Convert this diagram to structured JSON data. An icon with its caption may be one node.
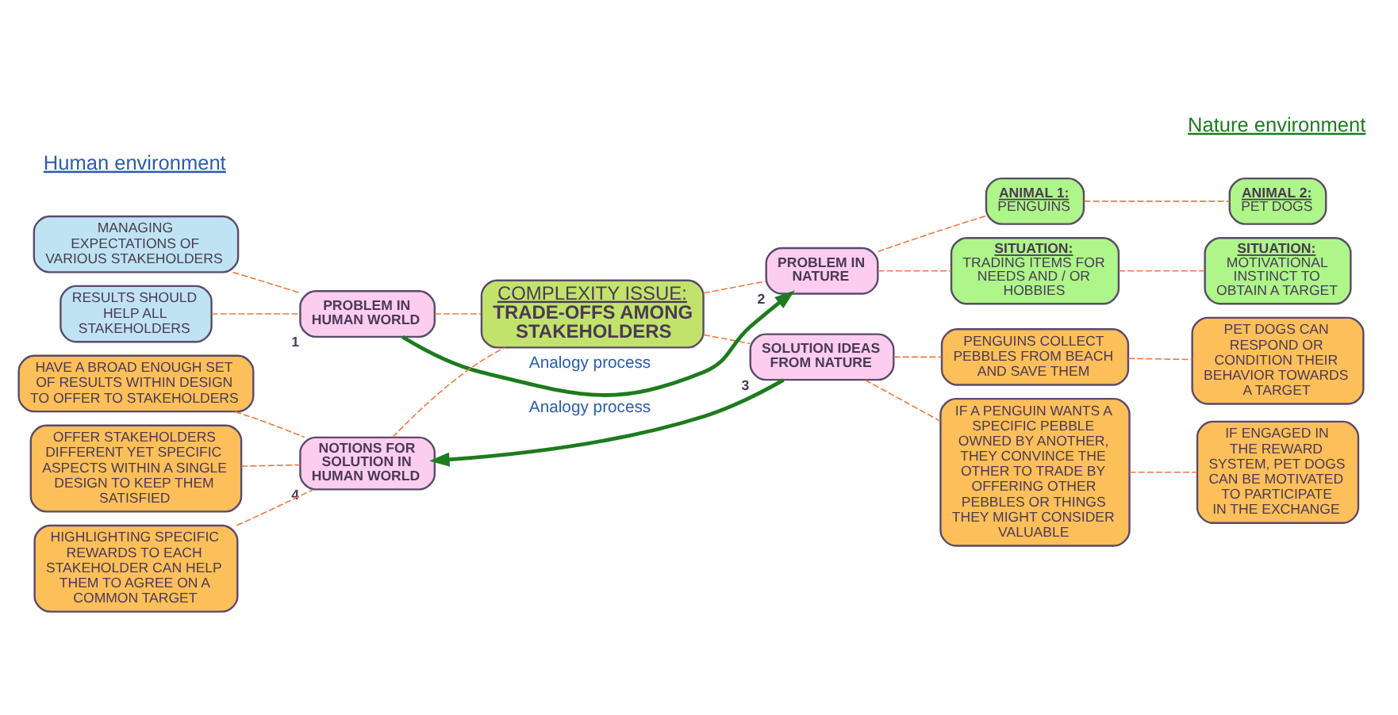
{
  "diagram": {
    "nodes": [
      {
        "text": [
          "COMPLEXITY ISSUE:",
          "TRADE-OFFS AMONG STAKEHOLDERS"
        ]
      },
      {
        "text": [
          "PROBLEM IN HUMAN WORLD"
        ],
        "beside": [
          "1"
        ]
      },
      {
        "text": [
          "PROBLEM IN NATURE"
        ],
        "beside": [
          "2"
        ]
      },
      {
        "text": [
          "SOLUTION IDEAS FROM NATURE"
        ],
        "beside": [
          "3"
        ]
      },
      {
        "text": [
          "NOTIONS FOR SOLUTION IN HUMAN WORLD"
        ],
        "beside": [
          "4"
        ]
      },
      {
        "text": [
          "MANAGING EXPECTATIONS OF VARIOUS STAKEHOLDERS"
        ]
      },
      {
        "text": [
          "RESULTS SHOULD HELP ALL STAKEHOLDERS"
        ]
      },
      {
        "text": [
          "ANIMAL 1:",
          "PENGUINS"
        ]
      },
      {
        "text": [
          "ANIMAL 2:",
          "PET DOGS"
        ]
      },
      {
        "text": [
          "SITUATION:",
          "TRADING ITEMS FOR NEEDS AND / OR HOBBIES"
        ]
      },
      {
        "text": [
          "SITUATION:",
          "MOTIVATIONAL INSTINCT TO OBTAIN A TARGET"
        ]
      },
      {
        "text": [
          "PENGUINS COLLECT PEBBLES FROM BEACH AND SAVE THEM"
        ]
      },
      {
        "text": [
          "PET DOGS CAN RESPOND OR CONDITION THEIR BEHAVIOR TOWARDS A TARGET"
        ]
      },
      {
        "text": [
          "IF A PENGUIN WANTS A SPECIFIC PEBBLE OWNED BY ANOTHER, THEY CONVINCE THE OTHER TO TRADE BY OFFERING OTHER PEBBLES OR THINGS THEY MIGHT CONSIDER VALUABLE"
        ]
      },
      {
        "text": [
          "IF ENGAGED IN THE REWARD SYSTEM, PET DOGS CAN BE MOTIVATED TO PARTICIPATE IN THE EXCHANGE"
        ]
      },
      {
        "text": [
          "HAVE A BROAD ENOUGH SET OF RESULTS WITHIN DESIGN TO OFFER TO STAKEHOLDERS"
        ]
      },
      {
        "text": [
          "OFFER STAKEHOLDERS DIFFERENT YET SPECIFIC ASPECTS WITHIN A SINGLE DESIGN TO KEEP THEM SATISFIED"
        ]
      },
      {
        "text": [
          "HIGHLIGHTING SPECIFIC REWARDS TO EACH STAKEHOLDER CAN HELP THEM TO AGREE ON A COMMON TARGET"
        ]
      }
    ],
    "edges": [
      {
        "from": 5,
        "to": 1,
        "arrow": "none",
        "style": "dashed"
      },
      {
        "from": 6,
        "to": 1,
        "arrow": "none",
        "style": "dashed"
      },
      {
        "from": 1,
        "to": 2,
        "arrow": "to",
        "label": "Analogy process",
        "style": "thick",
        "color": "#1e7b1e"
      },
      {
        "from": 1,
        "to": 0,
        "arrow": "none",
        "style": "dashed"
      },
      {
        "from": 0,
        "to": 2,
        "arrow": "none",
        "style": "dashed"
      },
      {
        "from": 2,
        "to": 7,
        "arrow": "none",
        "style": "dashed"
      },
      {
        "from": 7,
        "to": 8,
        "arrow": "none",
        "style": "dashed"
      },
      {
        "from": 2,
        "to": 9,
        "arrow": "none",
        "style": "dashed"
      },
      {
        "from": 9,
        "to": 10,
        "arrow": "none",
        "style": "dashed"
      },
      {
        "from": 0,
        "to": 3,
        "arrow": "none",
        "style": "dashed"
      },
      {
        "from": 3,
        "to": 11,
        "arrow": "none",
        "style": "dashed"
      },
      {
        "from": 11,
        "to": 12,
        "arrow": "none",
        "style": "dashed"
      },
      {
        "from": 3,
        "to": 13,
        "arrow": "none",
        "style": "dashed"
      },
      {
        "from": 13,
        "to": 14,
        "arrow": "none",
        "style": "dashed"
      },
      {
        "from": 3,
        "to": 4,
        "arrow": "to",
        "label": "Analogy process",
        "style": "thick",
        "color": "#1e7b1e"
      },
      {
        "from": 4,
        "to": 0,
        "arrow": "none",
        "style": "dashed"
      },
      {
        "from": 15,
        "to": 4,
        "arrow": "none",
        "style": "dashed"
      },
      {
        "from": 16,
        "to": 4,
        "arrow": "none",
        "style": "dashed"
      },
      {
        "from": 17,
        "to": 4,
        "arrow": "none",
        "style": "dashed"
      }
    ],
    "labels": [
      "Human environment",
      "Nature environment"
    ]
  }
}
